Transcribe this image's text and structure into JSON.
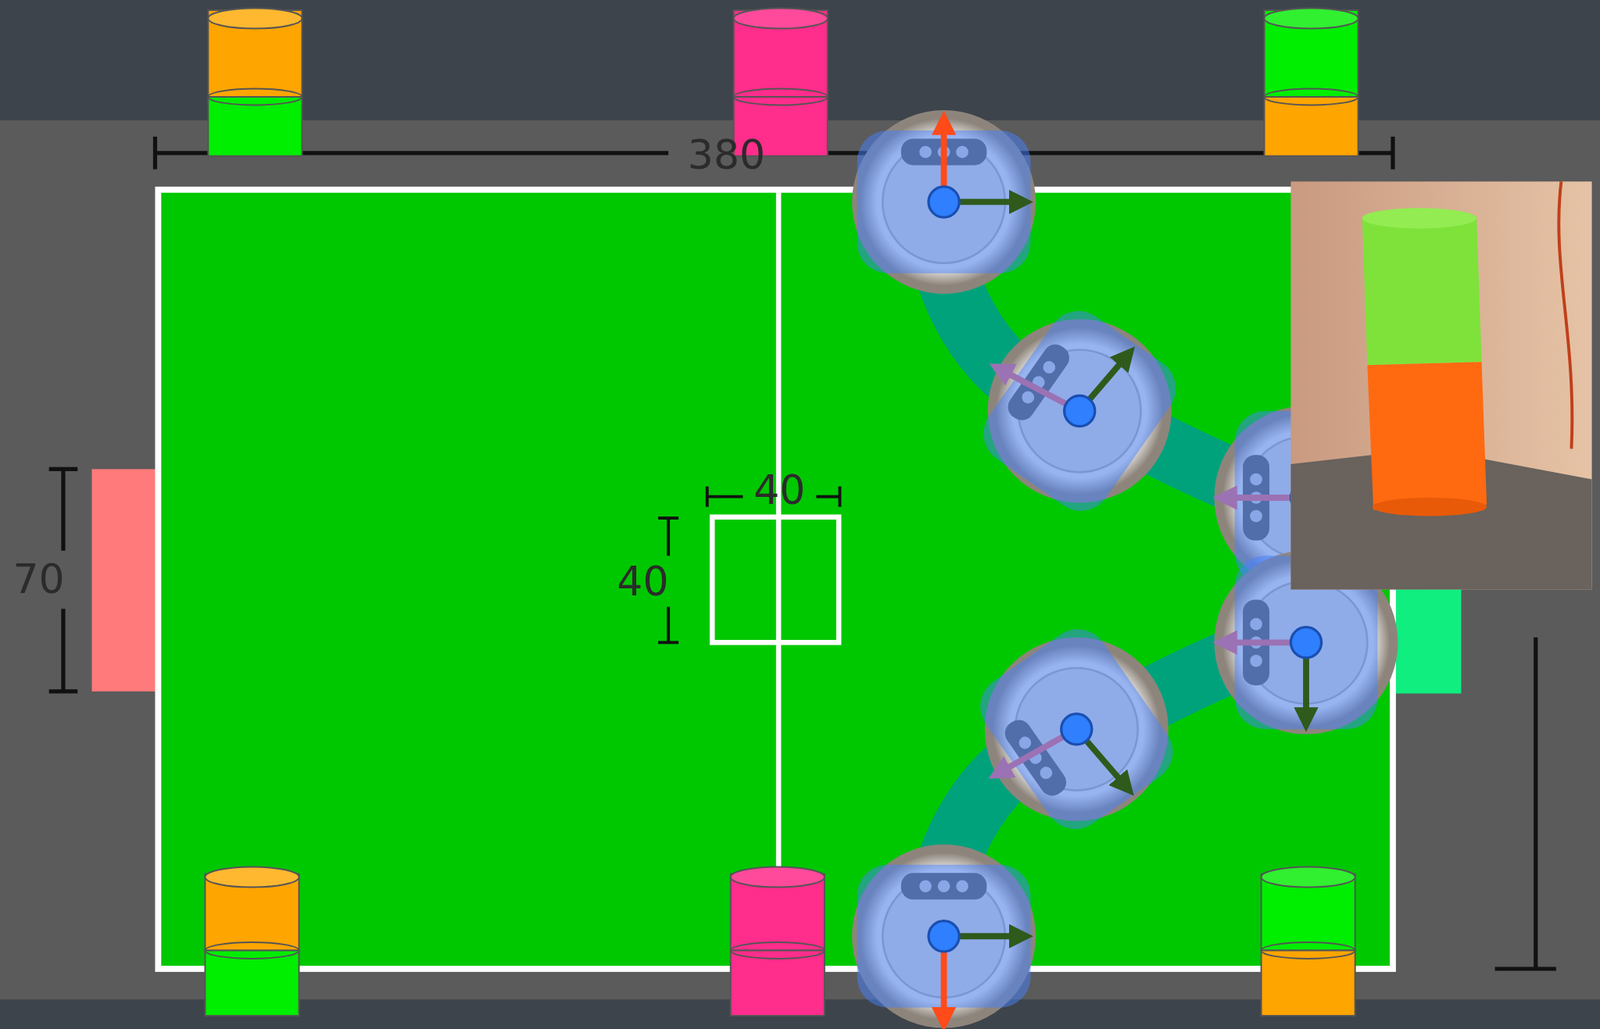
{
  "diagram": {
    "labels": [
      "380",
      "40",
      "40",
      "70"
    ]
  }
}
